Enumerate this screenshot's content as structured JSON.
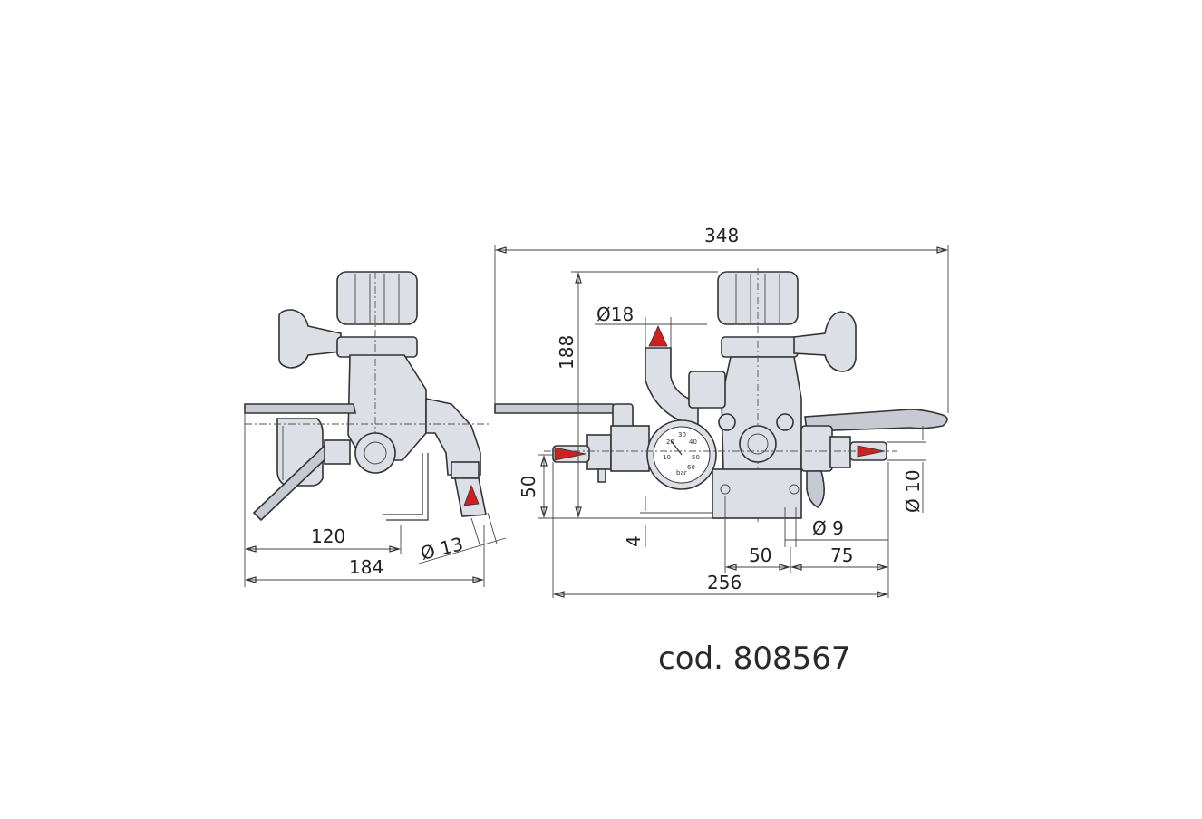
{
  "diagram": {
    "dimensions": {
      "width_total": "348",
      "height_total": "188",
      "inlet_diameter": "Ø18",
      "base_offset": "50",
      "small_offset": "4",
      "outlet_diameter": "Ø 10",
      "hole_diameter": "Ø 9",
      "hole_spacing": "50",
      "hole_to_outlet": "75",
      "base_width": "256",
      "side_depth_partial": "120",
      "side_depth_total": "184",
      "side_outlet_diameter": "Ø 13"
    },
    "gauge": {
      "ticks": [
        "10",
        "20",
        "30",
        "40",
        "50",
        "60"
      ],
      "unit": "bar"
    },
    "product_code": "cod. 808567"
  }
}
